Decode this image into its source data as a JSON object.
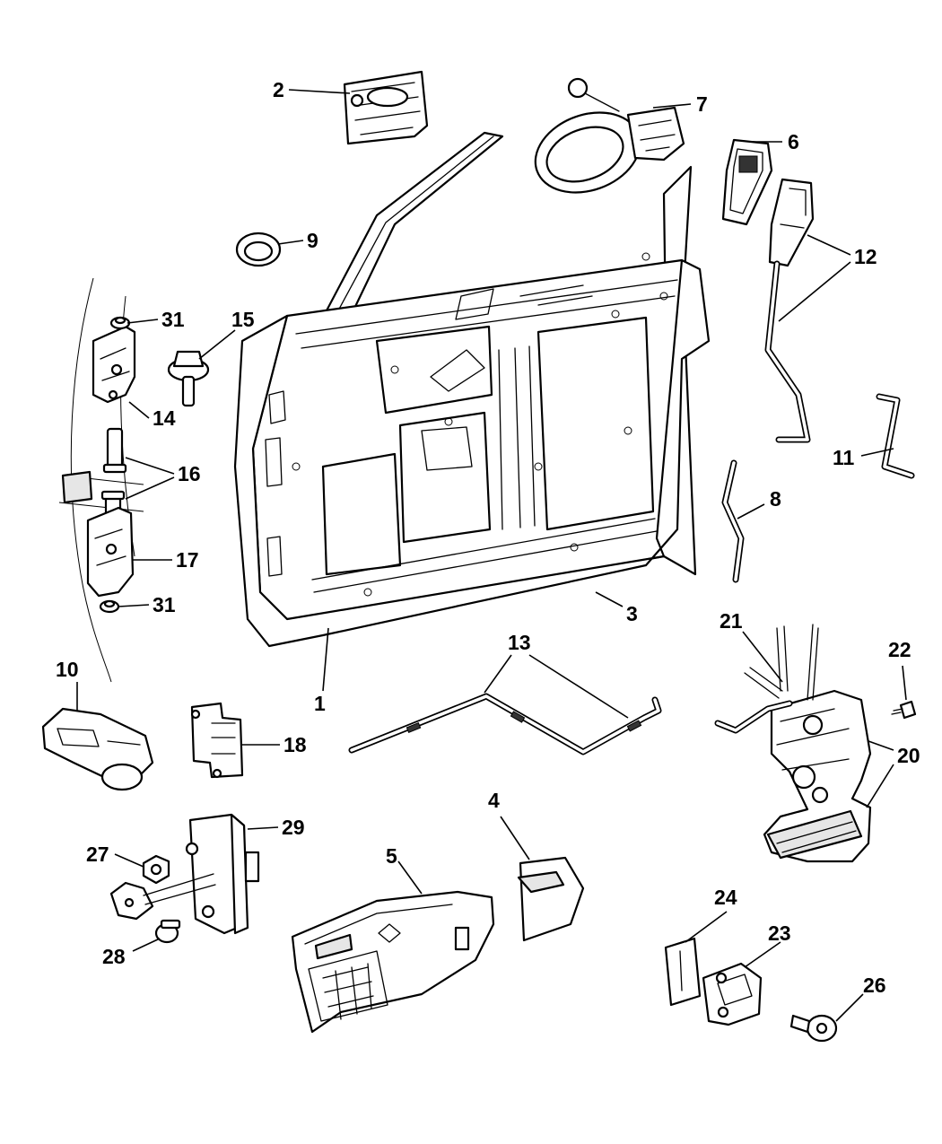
{
  "diagram": {
    "callouts": [
      {
        "id": "c1",
        "text": "1"
      },
      {
        "id": "c2",
        "text": "2"
      },
      {
        "id": "c3",
        "text": "3"
      },
      {
        "id": "c4",
        "text": "4"
      },
      {
        "id": "c5",
        "text": "5"
      },
      {
        "id": "c6",
        "text": "6"
      },
      {
        "id": "c7",
        "text": "7"
      },
      {
        "id": "c8",
        "text": "8"
      },
      {
        "id": "c9",
        "text": "9"
      },
      {
        "id": "c10",
        "text": "10"
      },
      {
        "id": "c11",
        "text": "11"
      },
      {
        "id": "c12",
        "text": "12"
      },
      {
        "id": "c13",
        "text": "13"
      },
      {
        "id": "c14",
        "text": "14"
      },
      {
        "id": "c15",
        "text": "15"
      },
      {
        "id": "c16",
        "text": "16"
      },
      {
        "id": "c17",
        "text": "17"
      },
      {
        "id": "c18",
        "text": "18"
      },
      {
        "id": "c20",
        "text": "20"
      },
      {
        "id": "c21",
        "text": "21"
      },
      {
        "id": "c22",
        "text": "22"
      },
      {
        "id": "c23",
        "text": "23"
      },
      {
        "id": "c24",
        "text": "24"
      },
      {
        "id": "c26",
        "text": "26"
      },
      {
        "id": "c27",
        "text": "27"
      },
      {
        "id": "c28",
        "text": "28"
      },
      {
        "id": "c29",
        "text": "29"
      },
      {
        "id": "c31a",
        "text": "31"
      },
      {
        "id": "c31b",
        "text": "31"
      }
    ]
  }
}
